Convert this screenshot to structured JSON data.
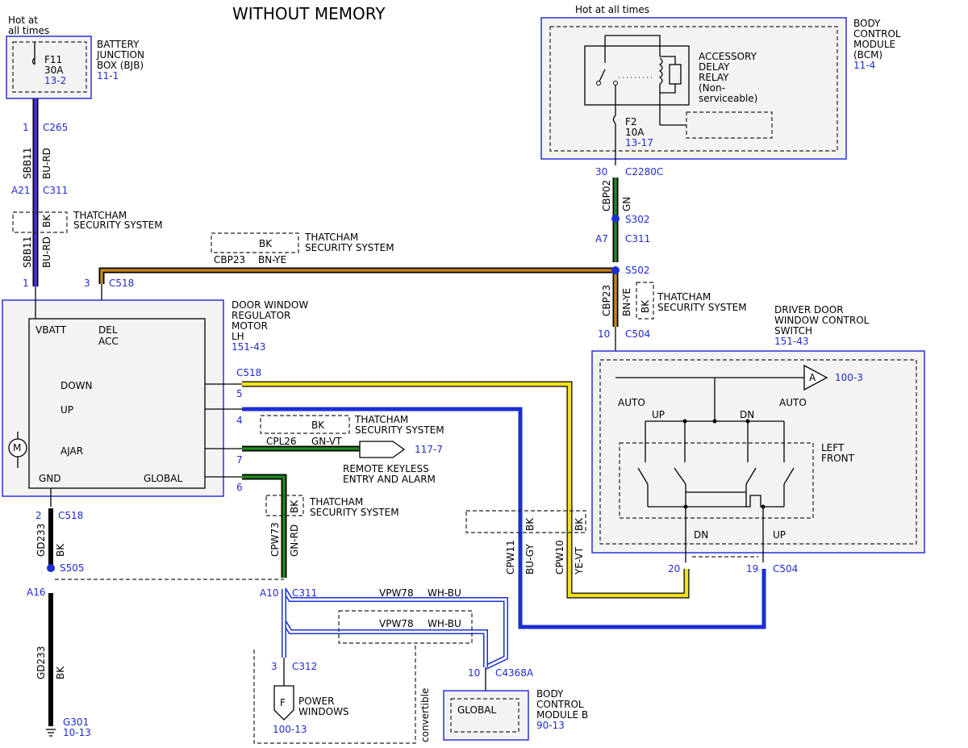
{
  "title": "WITHOUT MEMORY",
  "bjb": {
    "hot": [
      "Hot at",
      "all times"
    ],
    "name": [
      "BATTERY",
      "JUNCTION",
      "BOX (BJB)"
    ],
    "ref": "11-1",
    "fuse": "F11",
    "amps": "30A",
    "fuse_ref": "13-2"
  },
  "bcm": {
    "hot": "Hot at all times",
    "name": [
      "BODY",
      "CONTROL",
      "MODULE",
      "(BCM)"
    ],
    "ref": "11-4",
    "relay": [
      "ACCESSORY",
      "DELAY",
      "RELAY",
      "(Non-",
      "serviceable)"
    ],
    "fuse": "F2",
    "amps": "10A",
    "fuse_ref": "13-17"
  },
  "motor": {
    "name": [
      "DOOR WINDOW",
      "REGULATOR",
      "MOTOR",
      "LH"
    ],
    "ref": "151-43",
    "pins": {
      "vbatt": "VBATT",
      "del": "DEL",
      "acc": "ACC",
      "down": "DOWN",
      "up": "UP",
      "ajar": "AJAR",
      "gnd": "GND",
      "global": "GLOBAL"
    },
    "m": "M"
  },
  "switch": {
    "name": [
      "DRIVER DOOR",
      "WINDOW CONTROL",
      "SWITCH"
    ],
    "ref": "151-43",
    "auto_left": "AUTO",
    "auto_right": "AUTO",
    "up": "UP",
    "dn": "DN",
    "left_front": [
      "LEFT",
      "FRONT"
    ],
    "dn_out": "DN",
    "up_out": "UP",
    "a": "A",
    "a_ref": "100-3"
  },
  "connectors": {
    "c265_pin": "1",
    "c265": "C265",
    "sbb11_a": "SBB11",
    "bu_rd_a": "BU-RD",
    "c311_a_pin": "A21",
    "c311_a": "C311",
    "bk_a": "BK",
    "sbb11_b": "SBB11",
    "bu_rd_b": "BU-RD",
    "pin_1": "1",
    "pin_3": "3",
    "c518_top": "C518",
    "bk_b": "BK",
    "cbp23_a": "CBP23",
    "bn_ye_a": "BN-YE",
    "c2280c_pin": "30",
    "c2280c": "C2280C",
    "cbp02": "CBP02",
    "gn": "GN",
    "s302": "S302",
    "c311_b_pin": "A7",
    "c311_b": "C311",
    "s502": "S502",
    "cbp23_b": "CBP23",
    "bn_ye_b": "BN-YE",
    "bk_c": "BK",
    "c504_pin": "10",
    "c504": "C504",
    "c518_mid": "C518",
    "pin_5": "5",
    "pin_4": "4",
    "pin_7": "7",
    "pin_6": "6",
    "bk_d": "BK",
    "cpl26": "CPL26",
    "gn_vt": "GN-VT",
    "ref_117": "117-7",
    "rke": [
      "REMOTE KEYLESS",
      "ENTRY AND ALARM"
    ],
    "bk_e": "BK",
    "cpw73": "CPW73",
    "gn_rd": "GN-RD",
    "c518_low_pin": "2",
    "c518_low": "C518",
    "gd233_a": "GD233",
    "bk_f": "BK",
    "s505": "S505",
    "a16": "A16",
    "gd233_b": "GD233",
    "bk_g": "BK",
    "g301": "G301",
    "g301_ref": "10-13",
    "a10": "A10",
    "c311_c": "C311",
    "vpw78_a": "VPW78",
    "wh_bu_a": "WH-BU",
    "vpw78_b": "VPW78",
    "wh_bu_b": "WH-BU",
    "c312_pin": "3",
    "c312": "C312",
    "f": "F",
    "pw": [
      "POWER",
      "WINDOWS"
    ],
    "pw_ref": "100-13",
    "convertible": "convertible",
    "c4368a_pin": "10",
    "c4368a": "C4368A",
    "global_b": "GLOBAL",
    "bcm_b": [
      "BODY",
      "CONTROL",
      "MODULE B"
    ],
    "bcm_b_ref": "90-13",
    "cpw11": "CPW11",
    "bu_gy": "BU-GY",
    "bk_h": "BK",
    "cpw10": "CPW10",
    "ye_vt": "YE-VT",
    "bk_i": "BK",
    "pin_20": "20",
    "pin_19": "19",
    "c504_b": "C504"
  },
  "security": [
    "THATCHAM",
    "SECURITY SYSTEM"
  ],
  "colors": {
    "blue_label": "#1f2ccf",
    "bu_rd": "#4b2ccb",
    "gn": "#1f8a1f",
    "bn_ye": "#c8841a",
    "yellow": "#f2e21b",
    "blue_wire": "#1a2fd6",
    "black": "#000000"
  }
}
